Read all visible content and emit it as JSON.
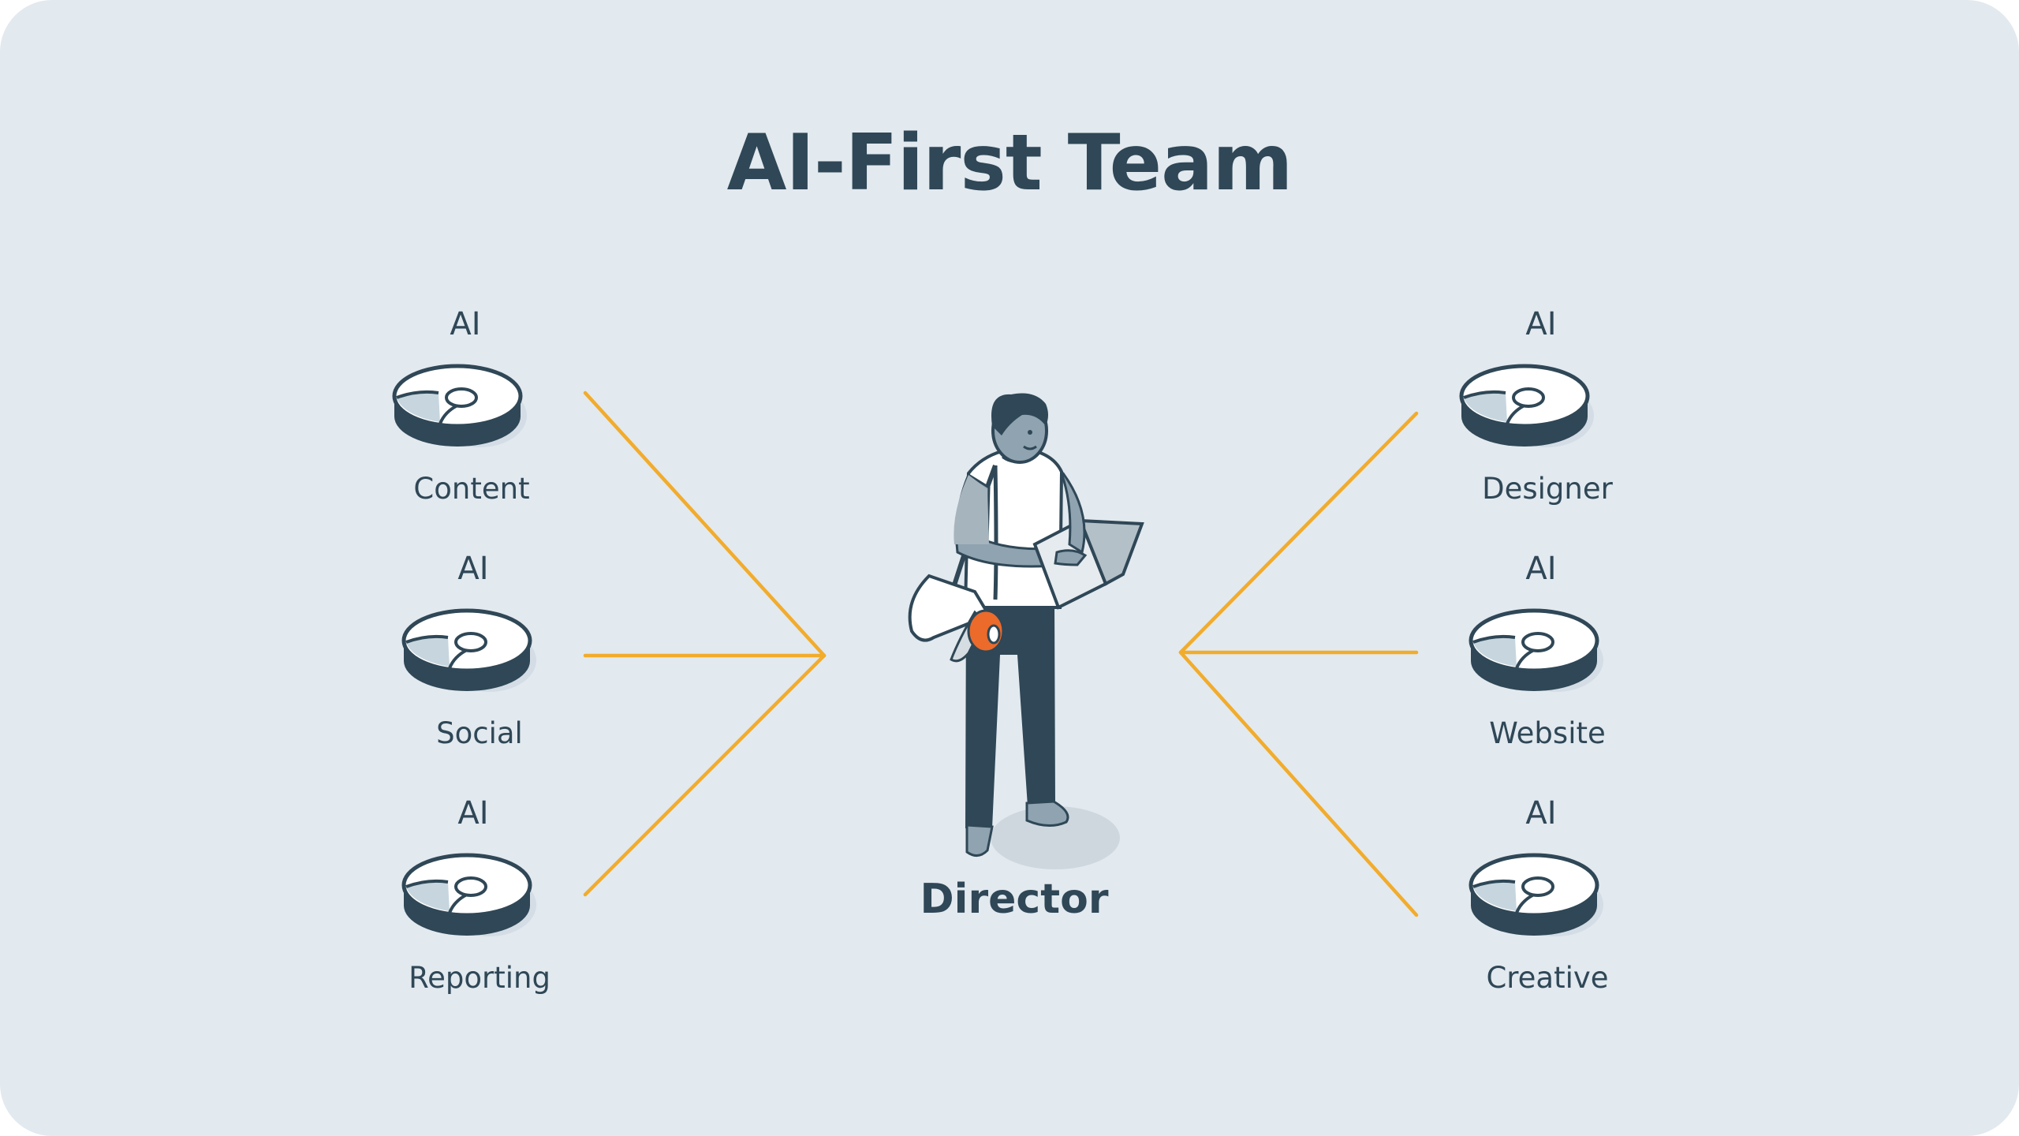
{
  "title": "AI-First Team",
  "center": {
    "label": "Director"
  },
  "left_nodes": [
    {
      "ai": "AI",
      "label": "Content"
    },
    {
      "ai": "AI",
      "label": "Social"
    },
    {
      "ai": "AI",
      "label": "Reporting"
    }
  ],
  "right_nodes": [
    {
      "ai": "AI",
      "label": "Designer"
    },
    {
      "ai": "AI",
      "label": "Website"
    },
    {
      "ai": "AI",
      "label": "Creative"
    }
  ],
  "colors": {
    "background": "#e2e9ef",
    "text": "#2f4756",
    "connector": "#f2ac2c",
    "accent": "#ec6a2a"
  }
}
